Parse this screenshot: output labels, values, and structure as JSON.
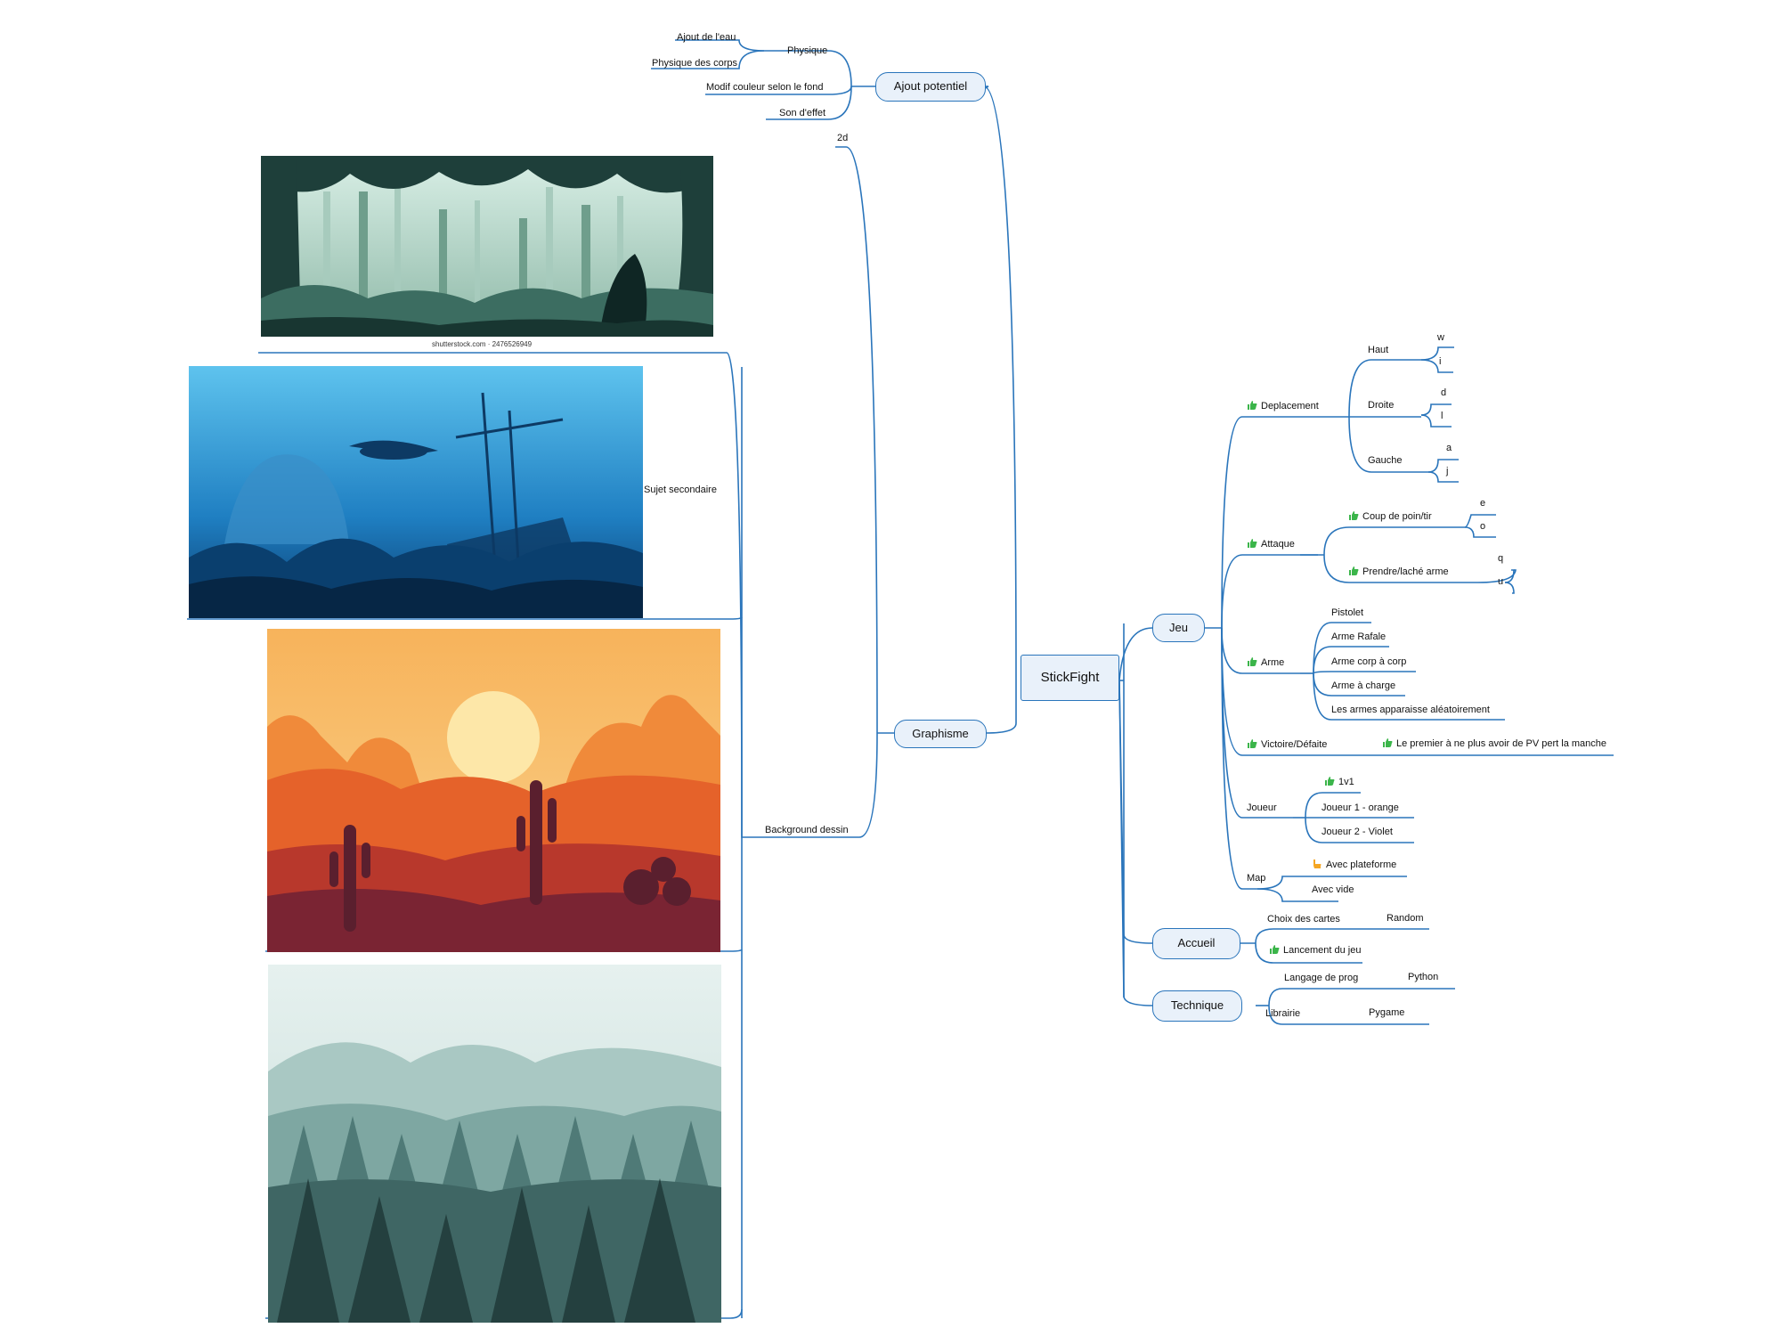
{
  "root": "StickFight",
  "ajout": {
    "label": "Ajout potentiel",
    "physique": "Physique",
    "eau": "Ajout de l'eau",
    "corps": "Physique des corps",
    "modif": "Modif couleur selon le fond",
    "son": "Son d'effet"
  },
  "graphisme": {
    "label": "Graphisme",
    "twod": "2d",
    "background": "Background dessin",
    "sujet": "Sujet secondaire",
    "caption": "shutterstock.com · 2476526949"
  },
  "jeu": {
    "label": "Jeu",
    "deplacement": "Deplacement",
    "haut": "Haut",
    "w": "w",
    "i": "i",
    "droite": "Droite",
    "d": "d",
    "l": "l",
    "gauche": "Gauche",
    "a": "a",
    "j": "j",
    "attaque": "Attaque",
    "coup": "Coup de poin/tir",
    "e": "e",
    "o": "o",
    "prendre": "Prendre/laché arme",
    "q": "q",
    "u": "u",
    "arme": "Arme",
    "pistolet": "Pistolet",
    "rafale": "Arme Rafale",
    "corp": "Arme corp à corp",
    "charge": "Arme à charge",
    "aleatoire": "Les armes apparaisse aléatoirement",
    "victoire": "Victoire/Défaite",
    "premier": "Le premier à ne plus avoir de PV pert la manche",
    "joueur": "Joueur",
    "v1": "1v1",
    "j1": "Joueur 1 - orange",
    "j2": "Joueur 2 - Violet",
    "map": "Map",
    "plateforme": "Avec plateforme",
    "vide": "Avec vide"
  },
  "accueil": {
    "label": "Accueil",
    "choix": "Choix des cartes",
    "random": "Random",
    "lancement": "Lancement du jeu"
  },
  "technique": {
    "label": "Technique",
    "langage": "Langage de prog",
    "python": "Python",
    "librairie": "Librairie",
    "pygame": "Pygame"
  },
  "colors": {
    "line": "#2a75bb",
    "topic_fill": "#e9f1fa",
    "thumb": "#3bb54a",
    "hand": "#f5a623"
  },
  "icons": [
    "thumbs-up-icon",
    "pointing-hand-icon"
  ]
}
